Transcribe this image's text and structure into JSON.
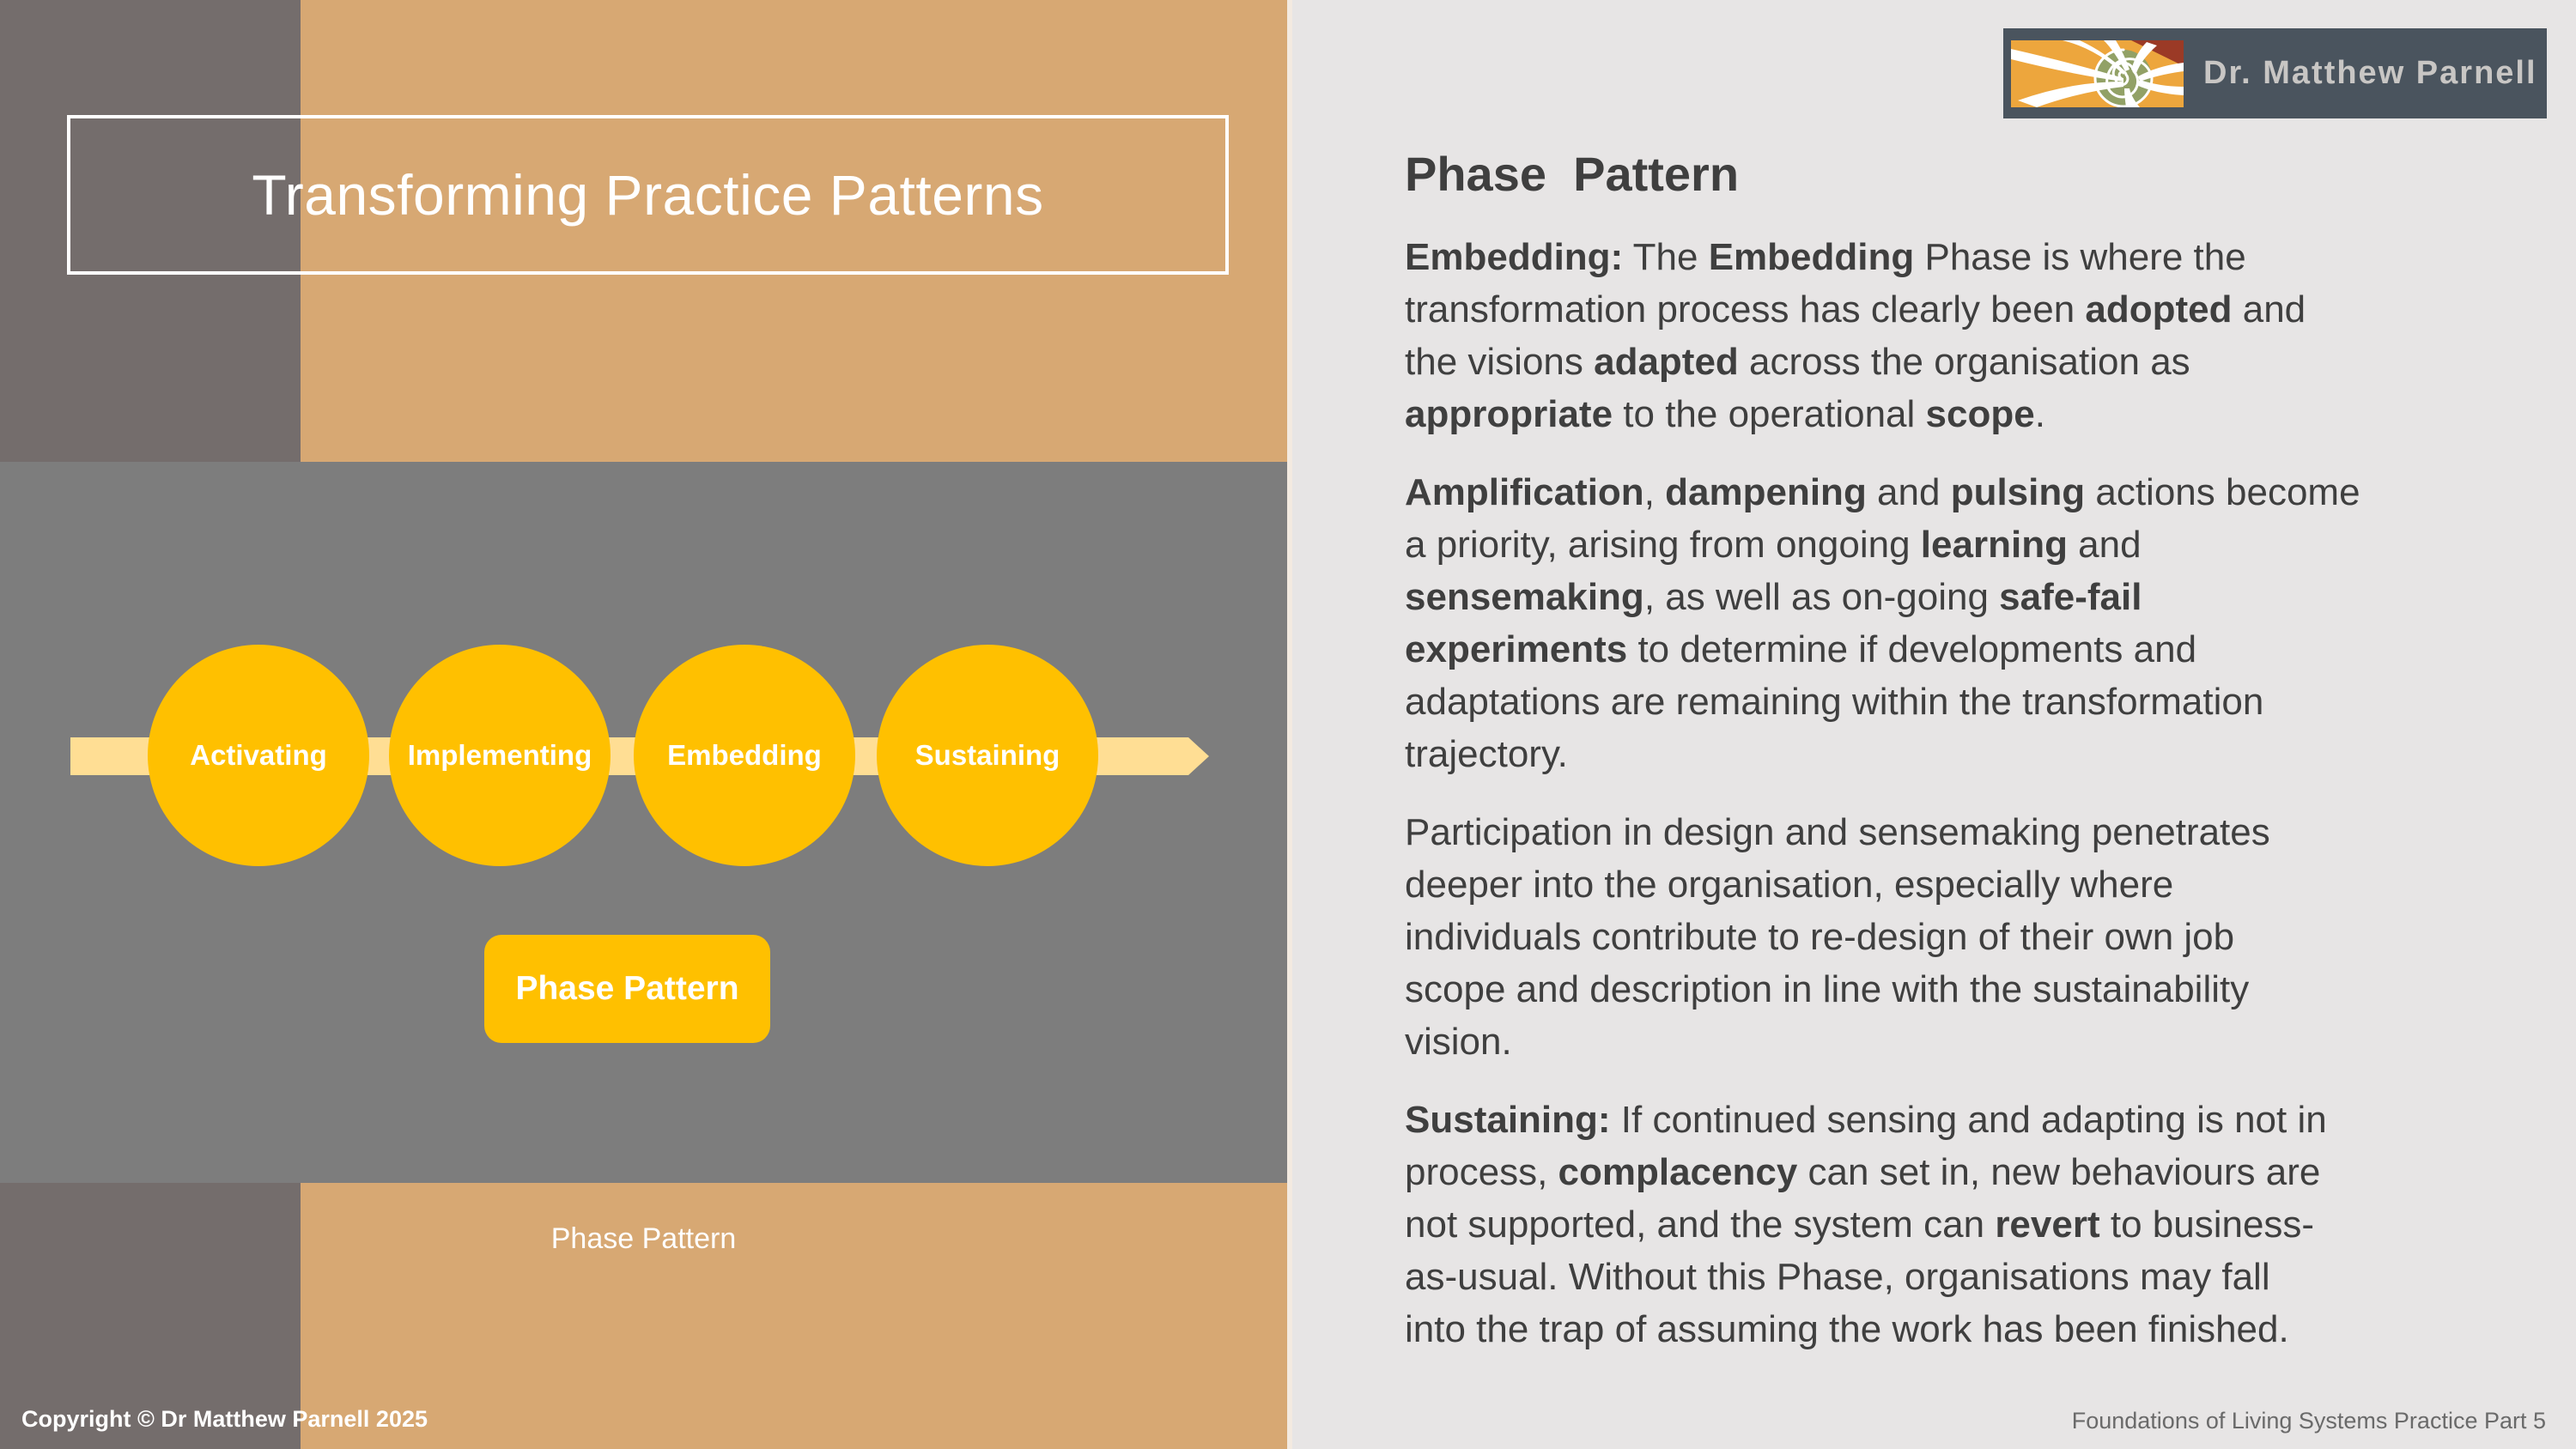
{
  "slide": {
    "title": "Transforming Practice Patterns",
    "diagram": {
      "phases": [
        "Activating",
        "Implementing",
        "Embedding",
        "Sustaining"
      ],
      "button_label": "Phase Pattern",
      "caption": "Phase Pattern"
    },
    "footer_left": "Copyright © Dr Matthew Parnell 2025"
  },
  "right_panel": {
    "logo_name": "Dr. Matthew Parnell",
    "heading": "Phase  Pattern",
    "paragraphs": [
      {
        "segments": [
          {
            "text": "Embedding:",
            "bold": true
          },
          {
            "text": " The ",
            "bold": false
          },
          {
            "text": "Embedding",
            "bold": true
          },
          {
            "text": " Phase is where the\ntransformation process has clearly been ",
            "bold": false
          },
          {
            "text": "adopted",
            "bold": true
          },
          {
            "text": " and\nthe visions ",
            "bold": false
          },
          {
            "text": "adapted",
            "bold": true
          },
          {
            "text": " across the organisation as\n",
            "bold": false
          },
          {
            "text": "appropriate",
            "bold": true
          },
          {
            "text": " to the operational ",
            "bold": false
          },
          {
            "text": "scope",
            "bold": true
          },
          {
            "text": ".",
            "bold": false
          }
        ]
      },
      {
        "segments": [
          {
            "text": "Amplification",
            "bold": true
          },
          {
            "text": ", ",
            "bold": false
          },
          {
            "text": "dampening",
            "bold": true
          },
          {
            "text": " and ",
            "bold": false
          },
          {
            "text": "pulsing",
            "bold": true
          },
          {
            "text": " actions become\na priority, arising from ongoing ",
            "bold": false
          },
          {
            "text": "learning",
            "bold": true
          },
          {
            "text": " and\n",
            "bold": false
          },
          {
            "text": "sensemaking",
            "bold": true
          },
          {
            "text": ", as well as on-going ",
            "bold": false
          },
          {
            "text": "safe-fail\nexperiments",
            "bold": true
          },
          {
            "text": " to determine if developments and\nadaptations are remaining within the transformation\ntrajectory.",
            "bold": false
          }
        ]
      },
      {
        "segments": [
          {
            "text": "Participation in design and sensemaking penetrates\ndeeper into the organisation, especially where\nindividuals contribute to re-design of their own job\nscope and description in line with the sustainability\nvision.",
            "bold": false
          }
        ]
      },
      {
        "segments": [
          {
            "text": "Sustaining:",
            "bold": true
          },
          {
            "text": " If continued sensing and adapting is not in\nprocess, ",
            "bold": false
          },
          {
            "text": "complacency",
            "bold": true
          },
          {
            "text": " can set in, new behaviours are\nnot supported, and the system can ",
            "bold": false
          },
          {
            "text": "revert",
            "bold": true
          },
          {
            "text": " to business-\nas-usual. Without this Phase, organisations may fall\ninto the trap of assuming the work has been finished.",
            "bold": false
          }
        ]
      }
    ],
    "footer_right": "Foundations of Living Systems Practice Part 5"
  },
  "colors": {
    "tan": "#D7A873",
    "warm_dark_gray": "#746D6C",
    "mid_gray": "#7D7D7D",
    "panel_gray": "#E7E5E5",
    "gold": "#FFC000",
    "pale_gold": "#FFDE94",
    "slate_logo_box": "#4A545E",
    "body_text": "#3F3F3F",
    "logo_orange": "#EDA63D",
    "logo_red": "#9B3A26",
    "logo_green": "#92A166"
  }
}
